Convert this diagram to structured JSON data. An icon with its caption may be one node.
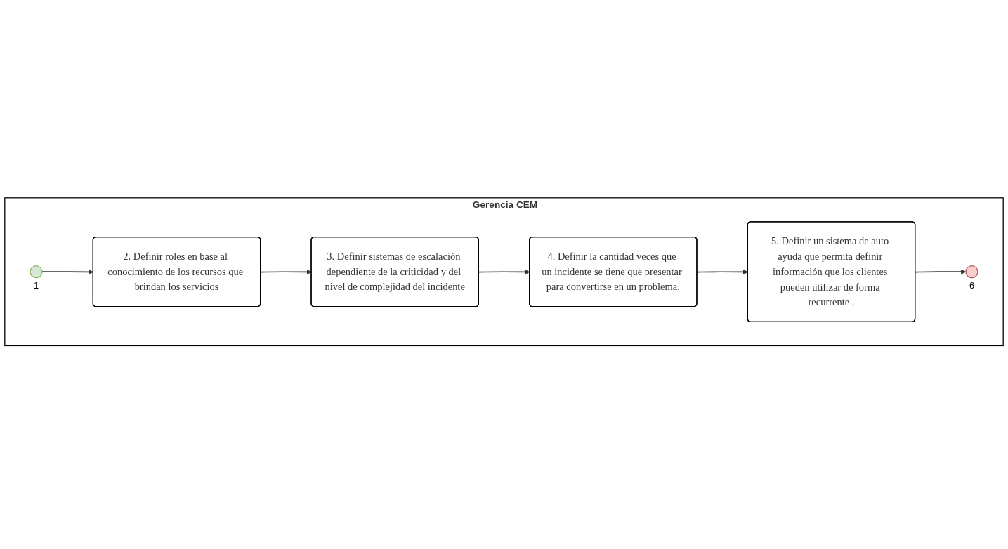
{
  "diagram": {
    "nodes": [
      {
        "text": [
          "Gerencia CEM"
        ]
      },
      {
        "text": [],
        "shape": "circle",
        "in": 0,
        "beside": [
          "1"
        ]
      },
      {
        "text": [
          "2. Definir roles en base al conocimiento de los recursos que brindan los servicios"
        ],
        "in": 0
      },
      {
        "text": [
          "3. Definir sistemas de escalación dependiente de la criticidad y del nivel de complejidad del incidente"
        ],
        "in": 0
      },
      {
        "text": [
          "4. Definir la cantidad veces que un incidente se tiene que presentar para convertirse en un problema."
        ],
        "in": 0
      },
      {
        "text": [
          "5. Definir un sistema de auto ayuda que permita definir información que los clientes pueden utilizar de forma recurrente ."
        ],
        "in": 0
      },
      {
        "text": [],
        "shape": "circle",
        "in": 0,
        "beside": [
          "6"
        ]
      }
    ],
    "edges": [
      {
        "from": 1,
        "to": 2,
        "arrow": "to"
      },
      {
        "from": 2,
        "to": 3,
        "arrow": "to"
      },
      {
        "from": 3,
        "to": 4,
        "arrow": "to"
      },
      {
        "from": 4,
        "to": 5,
        "arrow": "to"
      },
      {
        "from": 5,
        "to": 6,
        "arrow": "to"
      }
    ]
  }
}
